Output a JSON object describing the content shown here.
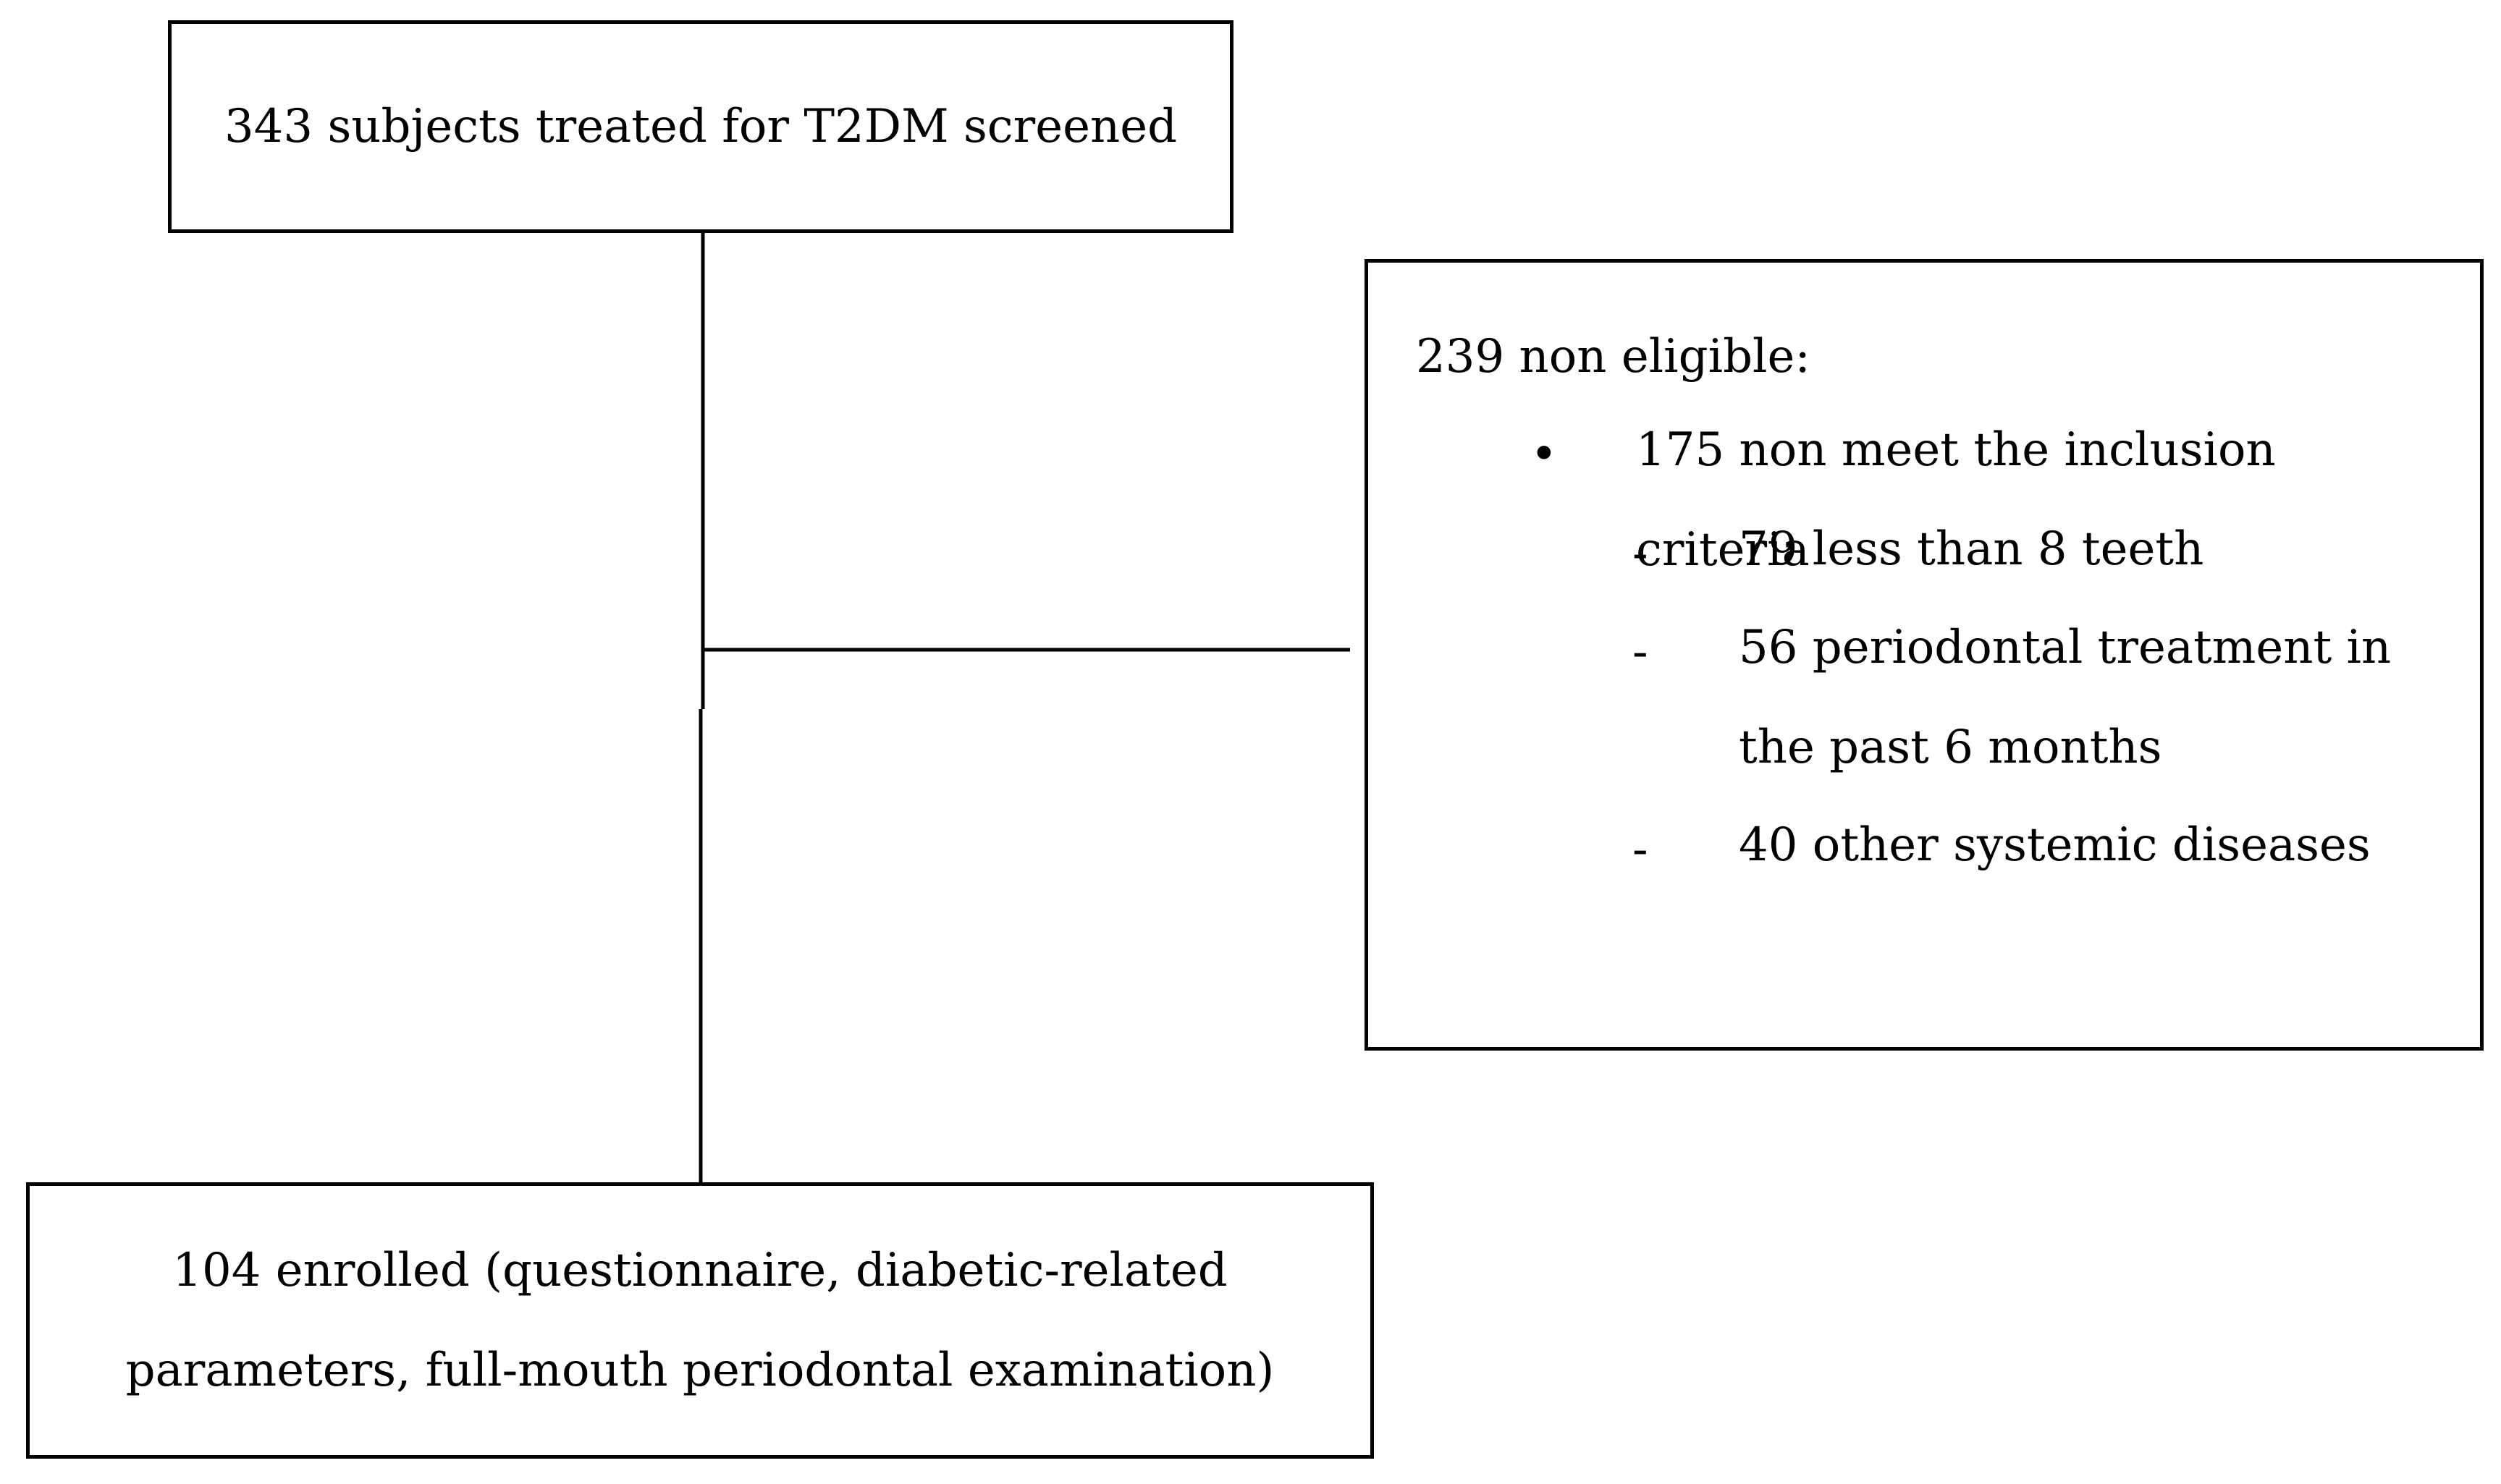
{
  "flowchart": {
    "screened": {
      "text": "343 subjects treated for T2DM screened"
    },
    "excluded": {
      "heading": "239 non eligible:",
      "bullet_symbol": "•",
      "bullet_text": "175 non meet the inclusion criteria",
      "dash_symbol": "-",
      "sub_items": [
        "79 less than 8 teeth",
        "56 periodontal treatment in the past 6 months",
        "40 other systemic diseases"
      ]
    },
    "enrolled": {
      "text": "104 enrolled (questionnaire, diabetic-related parameters, full-mouth periodontal examination)"
    }
  },
  "colors": {
    "line": "#000000",
    "background": "#ffffff"
  }
}
